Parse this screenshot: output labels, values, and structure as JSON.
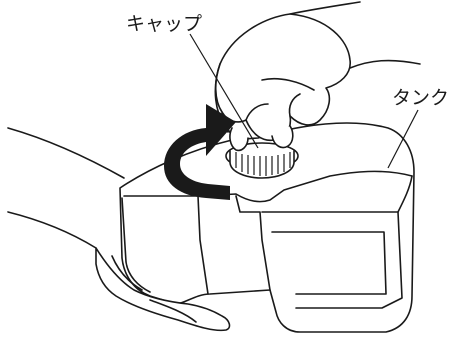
{
  "labels": {
    "cap": "キャップ",
    "tank": "タンク"
  },
  "colors": {
    "stroke": "#1a1a1a",
    "arrow": "#1a1a1a",
    "background": "#ffffff"
  },
  "icons": {
    "rotation": "curved-arrow-counterclockwise"
  }
}
